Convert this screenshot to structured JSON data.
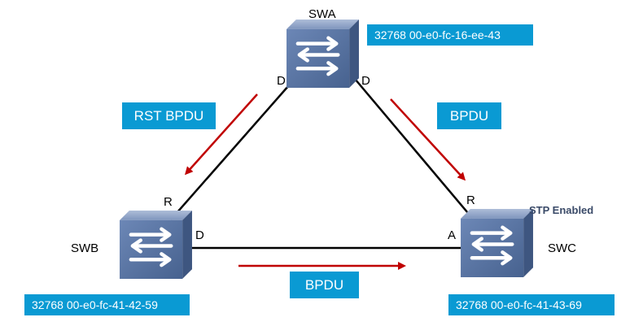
{
  "switches": {
    "swa": {
      "name": "SWA",
      "bridge_id": "32768 00-e0-fc-16-ee-43"
    },
    "swb": {
      "name": "SWB",
      "bridge_id": "32768 00-e0-fc-41-42-59"
    },
    "swc": {
      "name": "SWC",
      "bridge_id": "32768 00-e0-fc-41-43-69",
      "note": "STP Enabled"
    }
  },
  "ports": {
    "swa_left": "D",
    "swa_right": "D",
    "swb_top": "R",
    "swb_right": "D",
    "swc_top": "R",
    "swc_left": "A"
  },
  "messages": {
    "swa_to_swb": "RST BPDU",
    "swa_to_swc": "BPDU",
    "swb_to_swc": "BPDU"
  },
  "colors": {
    "tag_bg": "#0a9ad3",
    "arrow": "#c00000",
    "link": "#000000",
    "switch_body": "#5b77a6"
  }
}
